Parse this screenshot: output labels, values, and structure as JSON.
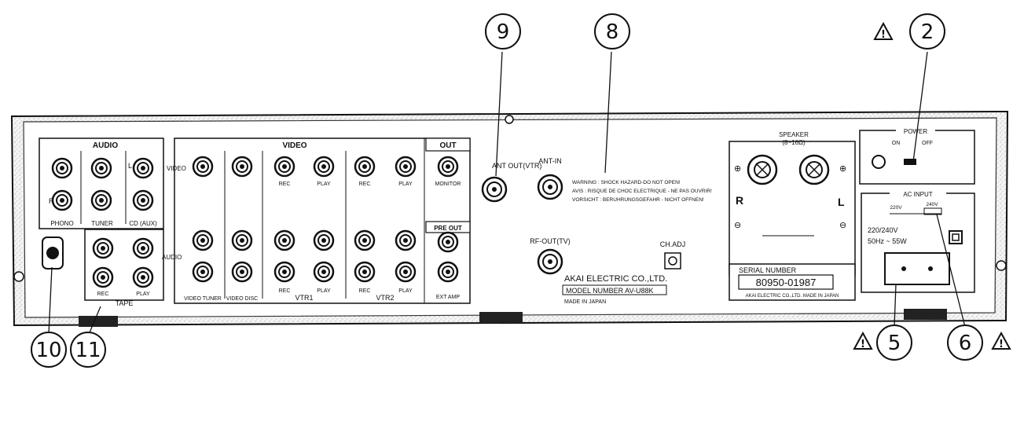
{
  "callouts": {
    "c9": "9",
    "c8": "8",
    "c2": "2",
    "c10": "10",
    "c11": "11",
    "c5": "5",
    "c6": "6"
  },
  "icons": {
    "warning": "warning-triangle-icon"
  },
  "panel": {
    "audio": "AUDIO",
    "video": "VIDEO",
    "out": "OUT",
    "pre_out": "PRE OUT",
    "phono": "PHONO",
    "tuner": "TUNER",
    "cd_aux": "CD (AUX)",
    "tape": "TAPE",
    "rec": "REC",
    "play": "PLAY",
    "video_lbl": "VIDEO",
    "audio_lbl": "AUDIO",
    "video_tuner": "VIDEO TUNER",
    "video_disc": "VIDEO DISC",
    "vtr1": "VTR1",
    "vtr2": "VTR2",
    "monitor": "MONITOR",
    "ext_amp": "EXT AMP",
    "l": "L",
    "r": "R",
    "ant_out": "ANT OUT(VTR)",
    "ant_in": "ANT-IN",
    "rf_out": "RF-OUT(TV)",
    "ch_adj": "CH.ADJ",
    "warning_line1": "WARNING : SHOCK HAZARD-DO NOT OPEN!",
    "warning_line2": "AVIS : RISQUE DE CHOC ELECTRIQUE - NE PAS OUVRIR!",
    "warning_line3": "VORSICHT : BERUHRUNGSGEFAHR - NICHT OFFNEN!",
    "maker": "AKAI ELECTRIC CO.,LTD.",
    "model": "MODEL NUMBER AV-U88K",
    "made_in": "MADE IN JAPAN",
    "speaker": "SPEAKER",
    "speaker_ohm": "(8~16Ω)",
    "plus": "⊕",
    "minus": "⊖",
    "power": "POWER",
    "on": "ON",
    "off": "OFF",
    "ac_input": "AC INPUT",
    "v220": "220V",
    "v240": "240V",
    "rating1": "220/240V",
    "rating2": "50Hz ~ 55W",
    "serial_title": "SERIAL NUMBER",
    "serial": "80950-01987",
    "serial_footer": "AKAI ELECTRIC CO.,LTD. MADE IN JAPAN"
  }
}
